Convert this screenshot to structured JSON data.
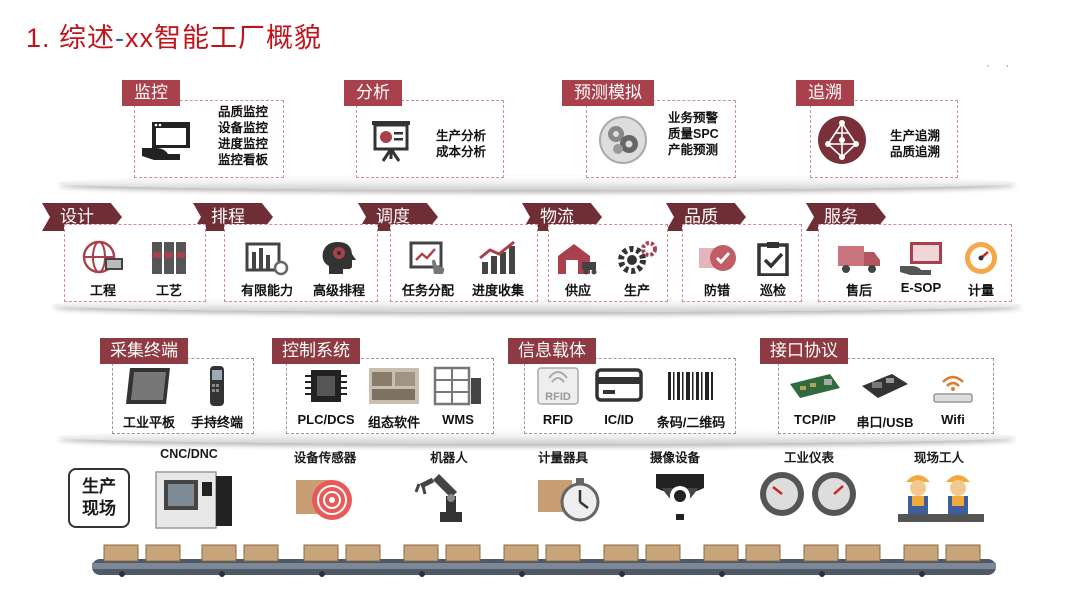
{
  "title": {
    "prefix": "1. 综述",
    "sep": "-",
    "rest": "xx智能工厂概貌"
  },
  "top_modules": [
    {
      "label": "监控",
      "icon": "monitor-hand-icon",
      "lines": [
        "品质监控",
        "设备监控",
        "进度监控",
        "监控看板"
      ]
    },
    {
      "label": "分析",
      "icon": "presentation-icon",
      "lines": [
        "生产分析",
        "成本分析"
      ]
    },
    {
      "label": "预测模拟",
      "icon": "gear-brain-icon",
      "lines": [
        "业务预警",
        "质量SPC",
        "产能预测"
      ]
    },
    {
      "label": "追溯",
      "icon": "network-icon",
      "lines": [
        "生产追溯",
        "品质追溯"
      ]
    }
  ],
  "process_groups": [
    {
      "label": "设计",
      "items": [
        {
          "label": "工程",
          "icon": "globe-computer-icon"
        },
        {
          "label": "工艺",
          "icon": "binders-icon"
        }
      ]
    },
    {
      "label": "排程",
      "items": [
        {
          "label": "有限能力",
          "icon": "capacity-chart-icon"
        },
        {
          "label": "高级排程",
          "icon": "head-gear-icon"
        }
      ]
    },
    {
      "label": "调度",
      "items": [
        {
          "label": "任务分配",
          "icon": "touch-screen-icon"
        },
        {
          "label": "进度收集",
          "icon": "bar-trend-icon"
        }
      ]
    },
    {
      "label": "物流",
      "items": [
        {
          "label": "供应",
          "icon": "warehouse-truck-icon"
        },
        {
          "label": "生产",
          "icon": "gears-icon"
        }
      ]
    },
    {
      "label": "品质",
      "items": [
        {
          "label": "防错",
          "icon": "shield-check-icon"
        },
        {
          "label": "巡检",
          "icon": "clipboard-check-icon"
        }
      ]
    },
    {
      "label": "服务",
      "items": [
        {
          "label": "售后",
          "icon": "delivery-truck-icon"
        },
        {
          "label": "E-SOP",
          "icon": "screen-hand-icon"
        },
        {
          "label": "计量",
          "icon": "gauge-icon"
        }
      ]
    }
  ],
  "data_groups": [
    {
      "label": "采集终端",
      "items": [
        {
          "label": "工业平板",
          "icon": "tablet-icon"
        },
        {
          "label": "手持终端",
          "icon": "handheld-scanner-icon"
        }
      ]
    },
    {
      "label": "控制系统",
      "items": [
        {
          "label": "PLC/DCS",
          "icon": "chip-icon"
        },
        {
          "label": "组态软件",
          "icon": "hmi-screen-icon"
        },
        {
          "label": "WMS",
          "icon": "shelving-icon"
        }
      ]
    },
    {
      "label": "信息载体",
      "items": [
        {
          "label": "RFID",
          "icon": "rfid-card-icon"
        },
        {
          "label": "IC/ID",
          "icon": "ic-card-icon"
        },
        {
          "label": "条码/二维码",
          "icon": "barcode-icon"
        }
      ]
    },
    {
      "label": "接口协议",
      "items": [
        {
          "label": "TCP/IP",
          "icon": "network-card-icon"
        },
        {
          "label": "串口/USB",
          "icon": "usb-board-icon"
        },
        {
          "label": "Wifi",
          "icon": "wifi-router-icon"
        }
      ]
    }
  ],
  "floor": {
    "scene_label_1": "生产",
    "scene_label_2": "现场",
    "devices": [
      {
        "label": "CNC/DNC",
        "icon": "cnc-machine-icon"
      },
      {
        "label": "设备传感器",
        "icon": "sensor-icon"
      },
      {
        "label": "机器人",
        "icon": "robot-arm-icon"
      },
      {
        "label": "计量器具",
        "icon": "stopwatch-icon"
      },
      {
        "label": "摄像设备",
        "icon": "camera-icon"
      },
      {
        "label": "工业仪表",
        "icon": "meter-icon"
      },
      {
        "label": "现场工人",
        "icon": "worker-icon"
      }
    ]
  },
  "colors": {
    "label_red": "#a8414b",
    "chevron_dark": "#6f2d35",
    "title_red": "#c0141c",
    "title_blue": "#2c5fb5"
  }
}
